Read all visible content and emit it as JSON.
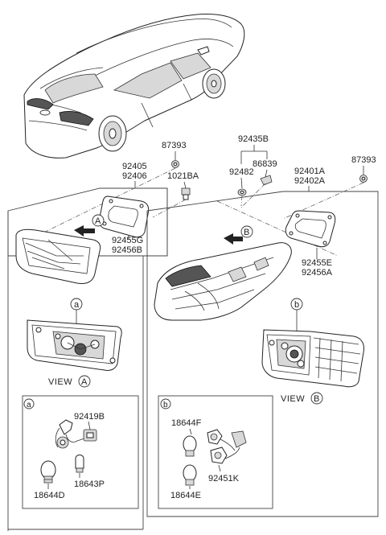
{
  "labels": {
    "p87393_left": "87393",
    "p92405": "92405",
    "p92406": "92406",
    "p1021BA": "1021BA",
    "p92435B": "92435B",
    "p92482": "92482",
    "p86839": "86839",
    "p92401A": "92401A",
    "p92402A": "92402A",
    "p87393_right": "87393",
    "p92455G": "92455G",
    "p92456B": "92456B",
    "p92455E": "92455E",
    "p92456A": "92456A",
    "p92419B": "92419B",
    "p18643P": "18643P",
    "p18644D": "18644D",
    "p18644F": "18644F",
    "p18644E": "18644E",
    "p92451K": "92451K"
  },
  "callouts": {
    "A": "A",
    "B": "B",
    "a": "a",
    "b": "b"
  },
  "views": {
    "view_prefix": "VIEW"
  }
}
